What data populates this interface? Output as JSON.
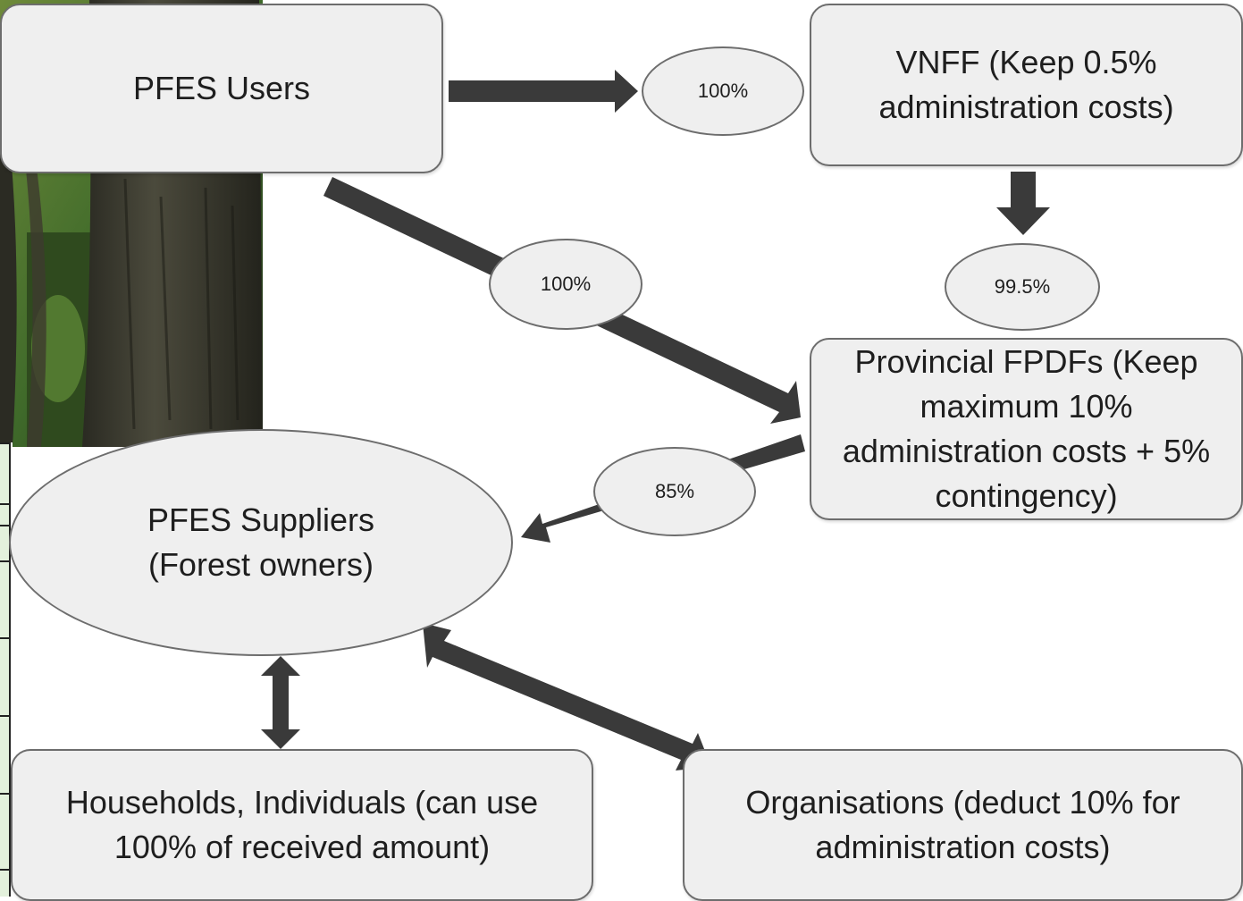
{
  "nodes": {
    "pfes_users": "PFES Users",
    "vnff": [
      "VNFF (Keep 0.5%",
      "administration costs)"
    ],
    "provincial_fpdfs": [
      "Provincial FPDFs (Keep",
      "maximum 10%",
      "administration costs + 5%",
      "contingency)"
    ],
    "pfes_suppliers": [
      "PFES Suppliers",
      "(Forest owners)"
    ],
    "households": [
      "Households, Individuals (can use",
      "100% of received amount)"
    ],
    "organisations": [
      "Organisations (deduct 10% for",
      "administration costs)"
    ]
  },
  "flow_labels": {
    "users_to_vnff": "100%",
    "users_to_fpdfs": "100%",
    "vnff_to_fpdfs": "99.5%",
    "fpdfs_to_suppliers": "85%"
  },
  "colors": {
    "arrow": "#3a3a3a",
    "node_fill": "#efefef",
    "node_border": "#6d6d6d",
    "forest_dark": "#1f2a16",
    "forest_green": "#3f6a2a"
  }
}
